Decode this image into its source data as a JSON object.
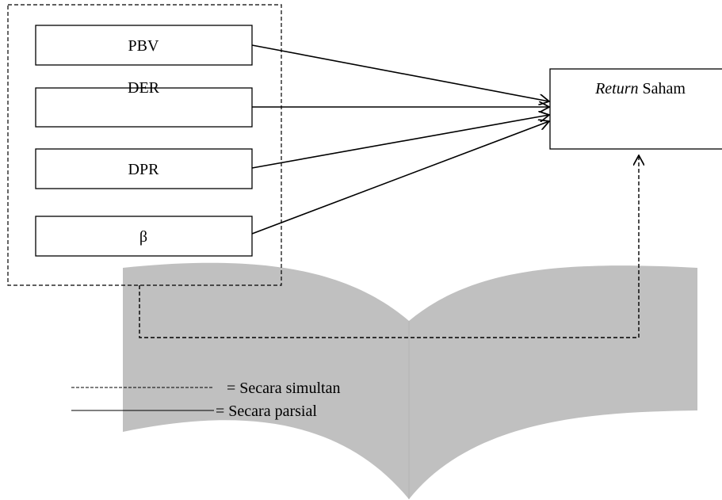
{
  "variables": [
    {
      "label": "PBV"
    },
    {
      "label": "DER"
    },
    {
      "label": "DPR"
    },
    {
      "label": "β"
    }
  ],
  "target": {
    "label_italic": "Return",
    "label_rest": " Saham"
  },
  "legend": {
    "simultaneous": "= Secara simultan",
    "partial": "= Secara parsial"
  },
  "colors": {
    "background_shape": "#c0c0c0",
    "stroke": "#000000"
  }
}
